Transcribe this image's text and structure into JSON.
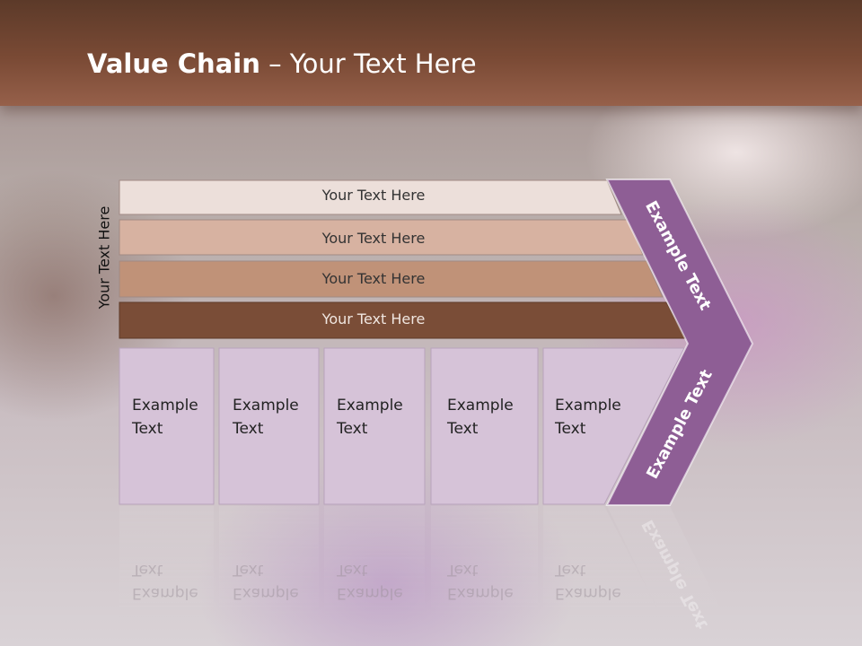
{
  "header": {
    "title_bold": "Value Chain",
    "title_rest": " – Your Text Here"
  },
  "side_label": "Your Text Here",
  "rows": [
    {
      "label": "Your Text Here",
      "fill": "#ecdfda",
      "text_color": "#333333"
    },
    {
      "label": "Your Text Here",
      "fill": "#d7b2a1",
      "text_color": "#333333"
    },
    {
      "label": "Your Text Here",
      "fill": "#c09278",
      "text_color": "#333333"
    },
    {
      "label": "Your Text Here",
      "fill": "#7a4d37",
      "text_color": "#f0e6e0"
    }
  ],
  "boxes": [
    {
      "line1": "Example",
      "line2": "Text"
    },
    {
      "line1": "Example",
      "line2": "Text"
    },
    {
      "line1": "Example",
      "line2": "Text"
    },
    {
      "line1": "Example",
      "line2": "Text"
    },
    {
      "line1": "Example",
      "line2": "Text"
    }
  ],
  "chevron": {
    "upper_label": "Example Text",
    "lower_label": "Example Text",
    "fill": "#8e5e95"
  },
  "colors": {
    "box_fill": "#d6c3d8",
    "box_border": "#b8a3bb"
  }
}
